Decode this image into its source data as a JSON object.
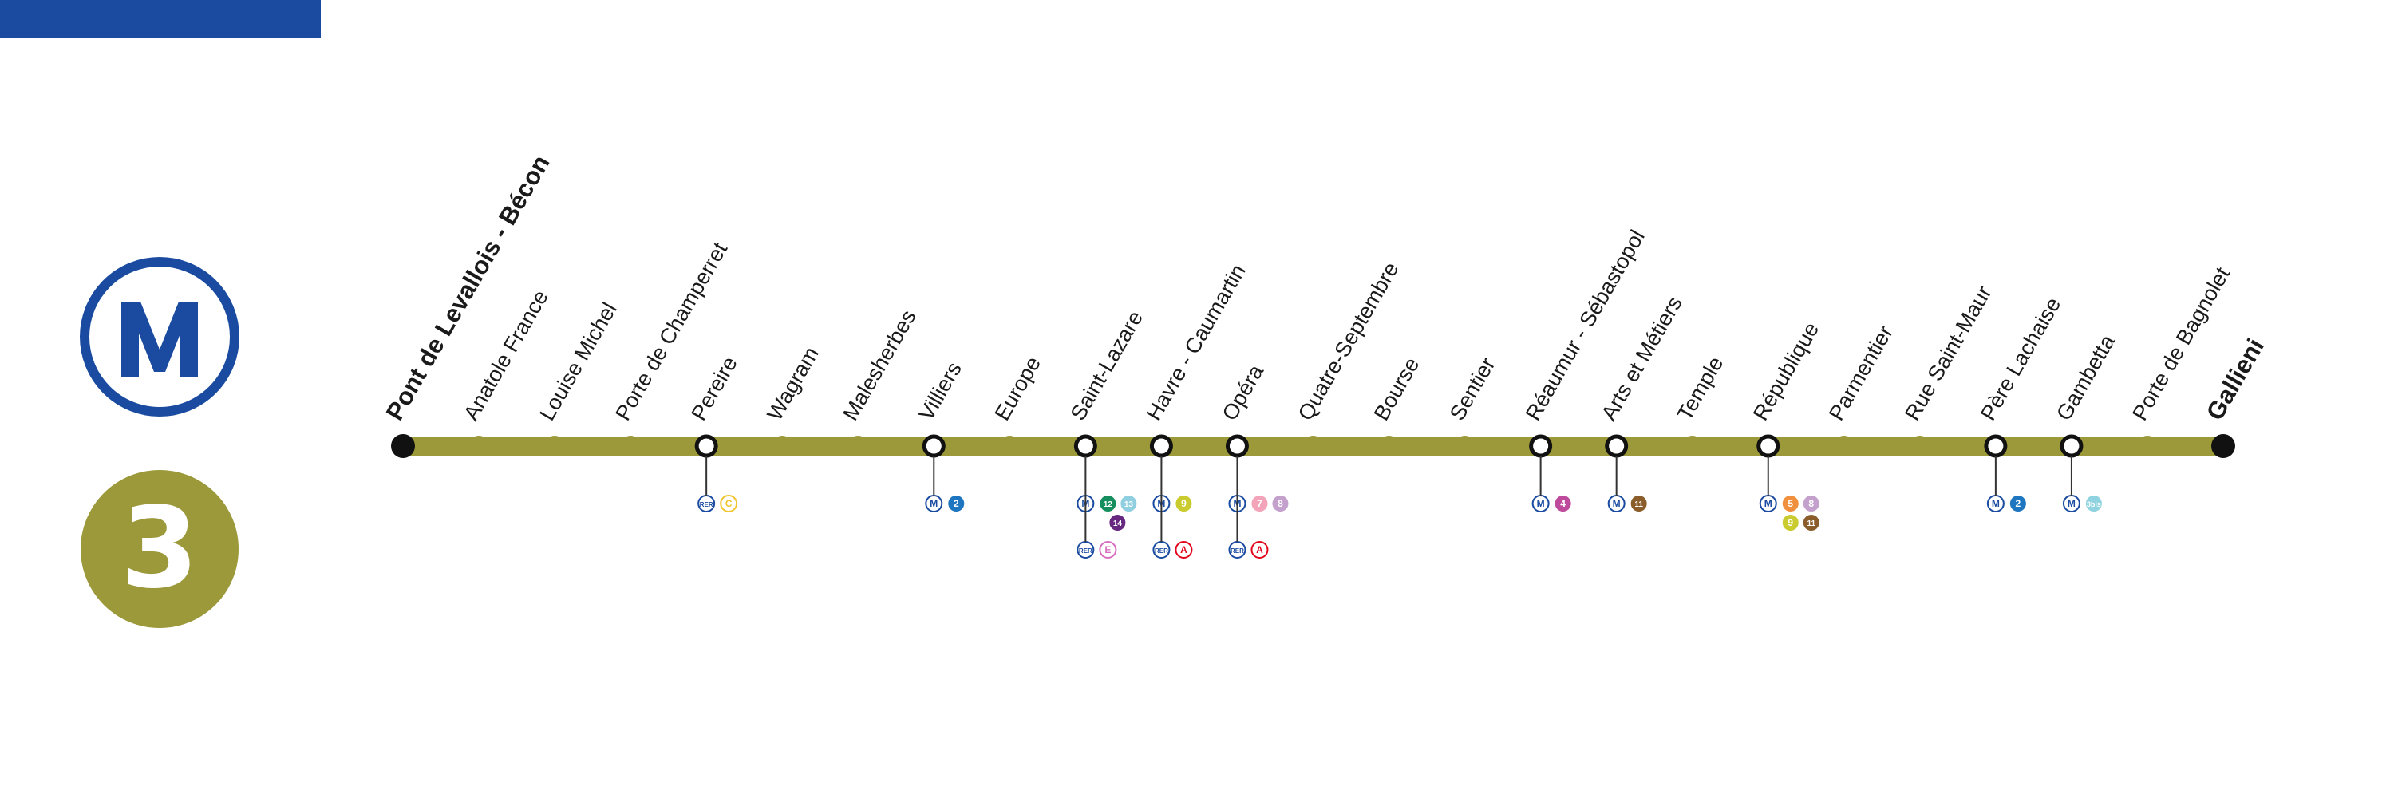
{
  "colors": {
    "brand": "#1a4ba0",
    "line": "#9b993a",
    "station_fill_white": "#ffffff",
    "station_ring": "#111111",
    "terminus": "#111111",
    "metro_lines": {
      "2": "#1d76bf",
      "4": "#be4a9b",
      "5": "#f08f3d",
      "7": "#f3a4b8",
      "8": "#c4a1cc",
      "9": "#c9cb2f",
      "11": "#8a5d2b",
      "12": "#168e5e",
      "13": "#8fcfe0",
      "14": "#67287f",
      "3bis": "#8fd3e0"
    },
    "rer": {
      "A": "#e3051c",
      "C": "#f0c42f",
      "E": "#d76ec0"
    }
  },
  "logos": {
    "metro_letter": "M",
    "line_number": "3"
  },
  "line": {
    "stations": [
      {
        "name": "Pont de Levallois - Bécon",
        "kind": "terminus",
        "connections": []
      },
      {
        "name": "Anatole France",
        "kind": "regular",
        "connections": []
      },
      {
        "name": "Louise Michel",
        "kind": "regular",
        "connections": []
      },
      {
        "name": "Porte de Champerret",
        "kind": "regular",
        "connections": []
      },
      {
        "name": "Pereire",
        "kind": "interchange",
        "connections": [
          {
            "network": "RER",
            "network_label": "RER",
            "rows": [
              [
                "C"
              ]
            ]
          }
        ]
      },
      {
        "name": "Wagram",
        "kind": "regular",
        "connections": []
      },
      {
        "name": "Malesherbes",
        "kind": "regular",
        "connections": []
      },
      {
        "name": "Villiers",
        "kind": "interchange",
        "connections": [
          {
            "network": "M",
            "network_label": "M",
            "rows": [
              [
                "2"
              ]
            ]
          }
        ]
      },
      {
        "name": "Europe",
        "kind": "regular",
        "connections": []
      },
      {
        "name": "Saint-Lazare",
        "kind": "interchange",
        "connections": [
          {
            "network": "M",
            "network_label": "M",
            "rows": [
              [
                "12",
                "13"
              ],
              [
                "14"
              ]
            ]
          },
          {
            "network": "RER",
            "network_label": "RER",
            "rows": [
              [
                "E"
              ]
            ]
          }
        ]
      },
      {
        "name": "Havre - Caumartin",
        "kind": "interchange",
        "connections": [
          {
            "network": "M",
            "network_label": "M",
            "rows": [
              [
                "9"
              ]
            ]
          },
          {
            "network": "RER",
            "network_label": "RER",
            "rows": [
              [
                "A"
              ]
            ]
          }
        ]
      },
      {
        "name": "Opéra",
        "kind": "interchange",
        "connections": [
          {
            "network": "M",
            "network_label": "M",
            "rows": [
              [
                "7",
                "8"
              ]
            ]
          },
          {
            "network": "RER",
            "network_label": "RER",
            "rows": [
              [
                "A"
              ]
            ]
          }
        ]
      },
      {
        "name": "Quatre-Septembre",
        "kind": "regular",
        "connections": []
      },
      {
        "name": "Bourse",
        "kind": "regular",
        "connections": []
      },
      {
        "name": "Sentier",
        "kind": "regular",
        "connections": []
      },
      {
        "name": "Réaumur - Sébastopol",
        "kind": "interchange",
        "connections": [
          {
            "network": "M",
            "network_label": "M",
            "rows": [
              [
                "4"
              ]
            ]
          }
        ]
      },
      {
        "name": "Arts et Métiers",
        "kind": "interchange",
        "connections": [
          {
            "network": "M",
            "network_label": "M",
            "rows": [
              [
                "11"
              ]
            ]
          }
        ]
      },
      {
        "name": "Temple",
        "kind": "regular",
        "connections": []
      },
      {
        "name": "République",
        "kind": "interchange",
        "connections": [
          {
            "network": "M",
            "network_label": "M",
            "rows": [
              [
                "5",
                "8"
              ],
              [
                "9",
                "11"
              ]
            ]
          }
        ]
      },
      {
        "name": "Parmentier",
        "kind": "regular",
        "connections": []
      },
      {
        "name": "Rue Saint-Maur",
        "kind": "regular",
        "connections": []
      },
      {
        "name": "Père Lachaise",
        "kind": "interchange",
        "connections": [
          {
            "network": "M",
            "network_label": "M",
            "rows": [
              [
                "2"
              ]
            ]
          }
        ]
      },
      {
        "name": "Gambetta",
        "kind": "interchange",
        "connections": [
          {
            "network": "M",
            "network_label": "M",
            "rows": [
              [
                "3bis"
              ]
            ]
          }
        ]
      },
      {
        "name": "Porte de Bagnolet",
        "kind": "regular",
        "connections": []
      },
      {
        "name": "Gallieni",
        "kind": "terminus",
        "connections": []
      }
    ]
  }
}
